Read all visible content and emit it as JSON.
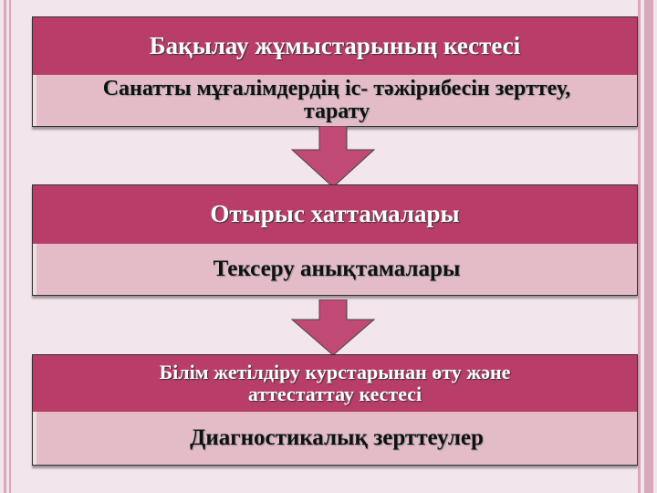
{
  "diagram": {
    "steps": [
      {
        "title": "Бақылау жұмыстарының кестесі",
        "detail": "Санатты мұғалімдердің іс- тәжірибесін зерттеу, тарату"
      },
      {
        "title": "Отырыс хаттамалары",
        "detail": "Тексеру анықтамалары"
      },
      {
        "title": "Білім жетілдіру курстарынан өту және аттестаттау кестесі",
        "detail": "Диагностикалық зерттеулер"
      }
    ]
  },
  "colors": {
    "header": "#b93d69",
    "body": "#e3bcc8",
    "background": "#f3e5ec"
  }
}
